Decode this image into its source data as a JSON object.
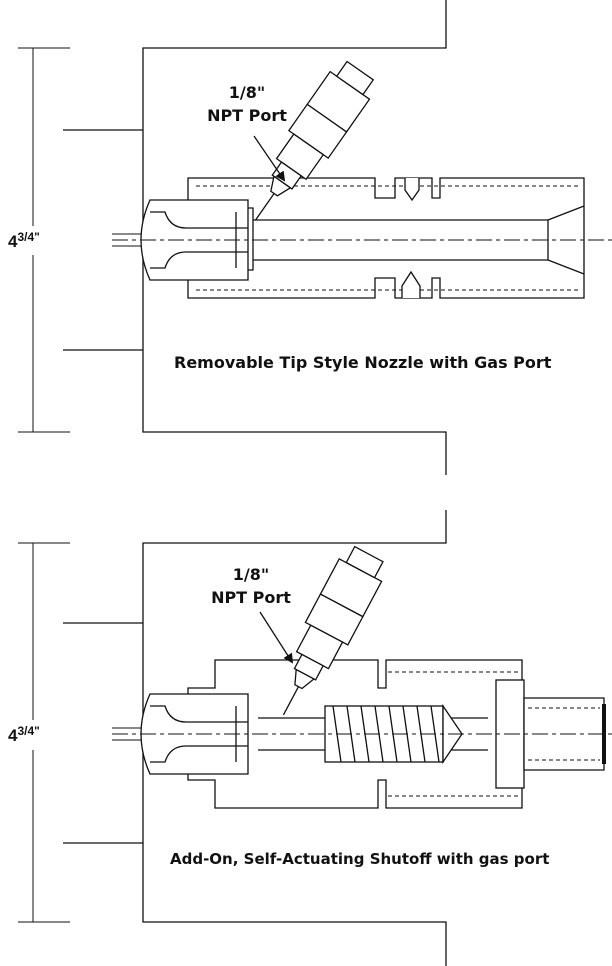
{
  "diagrams": [
    {
      "port_label_line1": "1/8\"",
      "port_label_line2": "NPT Port",
      "dimension_main": "4",
      "dimension_fraction": "3/4\"",
      "caption": "Removable Tip Style Nozzle with Gas Port"
    },
    {
      "port_label_line1": "1/8\"",
      "port_label_line2": "NPT Port",
      "dimension_main": "4",
      "dimension_fraction": "3/4\"",
      "caption": "Add-On, Self-Actuating Shutoff with gas port"
    }
  ]
}
